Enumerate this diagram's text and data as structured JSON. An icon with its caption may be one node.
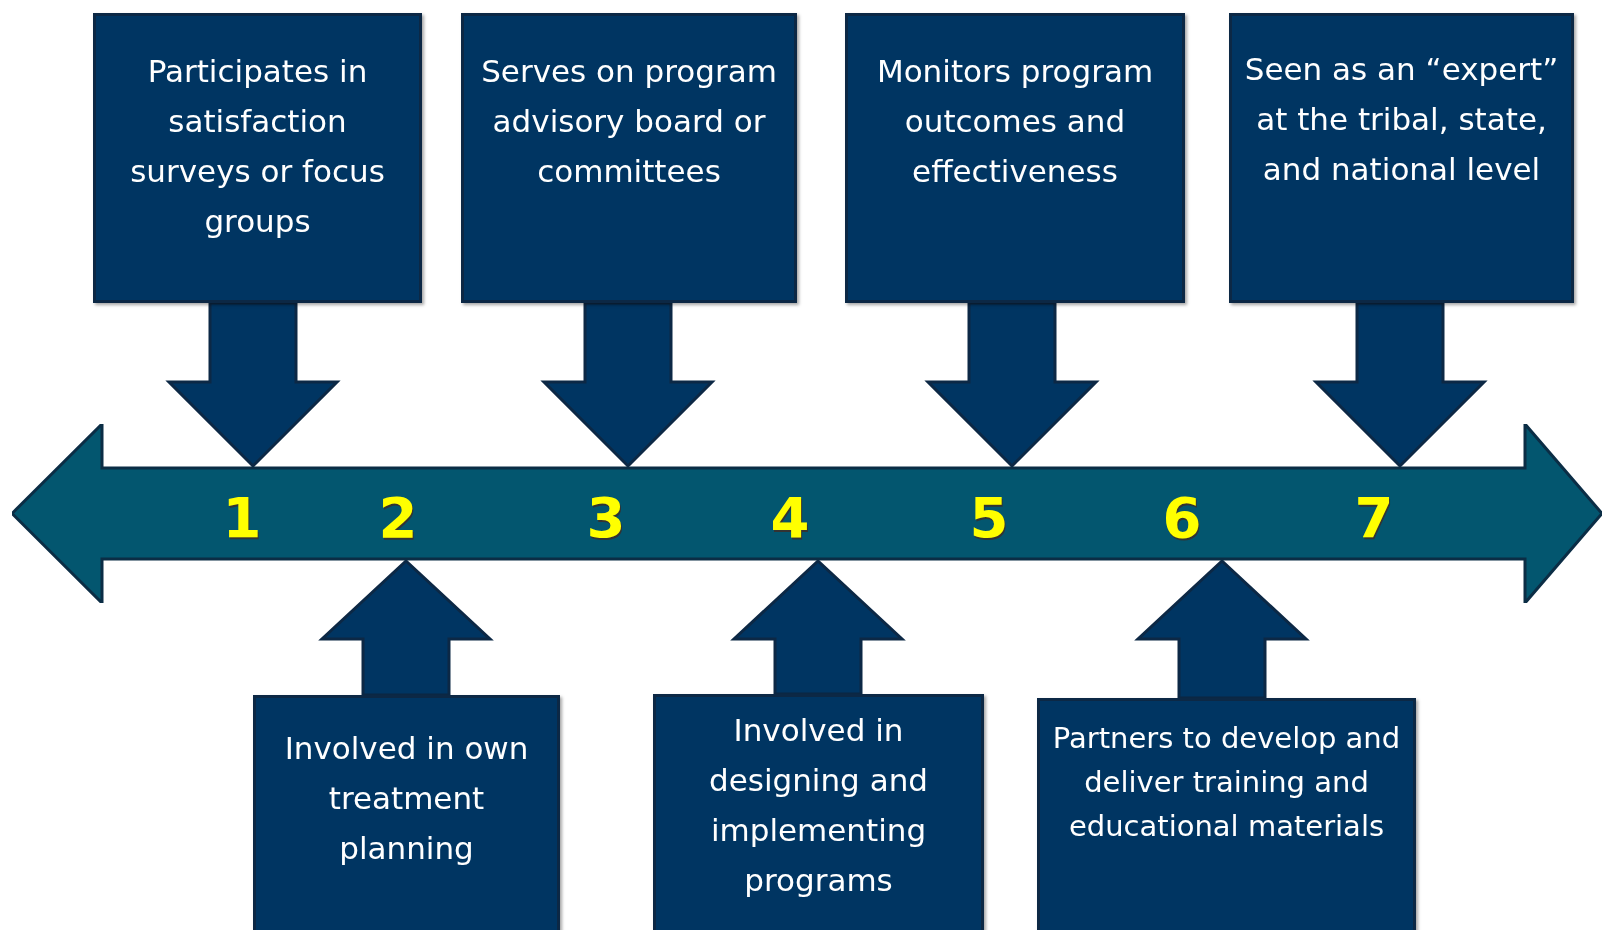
{
  "diagram": {
    "nodes": [
      {
        "text": [
          "Participates in satisfaction surveys or focus groups"
        ]
      },
      {
        "text": [
          "Serves on program advisory board or committees"
        ]
      },
      {
        "text": [
          "Monitors program outcomes and effectiveness"
        ]
      },
      {
        "text": [
          "Seen as an “expert” at the tribal, state, and national level"
        ]
      },
      {
        "text": [
          "Involved in own treatment planning"
        ]
      },
      {
        "text": [
          "Involved in designing and implementing programs"
        ]
      },
      {
        "text": [
          "Partners to develop and deliver training and educational materials"
        ]
      },
      {
        "text": [
          "1",
          "2",
          "3",
          "4",
          "5",
          "6",
          "7"
        ]
      }
    ],
    "edges": [
      {
        "from": 0,
        "to": 7,
        "arrow": "to",
        "style": "thick"
      },
      {
        "from": 1,
        "to": 7,
        "arrow": "to",
        "style": "thick"
      },
      {
        "from": 2,
        "to": 7,
        "arrow": "to",
        "style": "thick"
      },
      {
        "from": 3,
        "to": 7,
        "arrow": "to",
        "style": "thick"
      },
      {
        "from": 4,
        "to": 7,
        "arrow": "to",
        "style": "thick"
      },
      {
        "from": 5,
        "to": 7,
        "arrow": "to",
        "style": "thick"
      },
      {
        "from": 6,
        "to": 7,
        "arrow": "to",
        "style": "thick"
      }
    ]
  }
}
